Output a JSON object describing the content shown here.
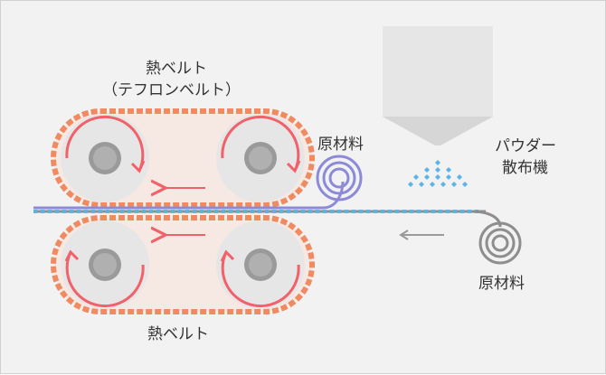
{
  "labels": {
    "top_belt": "熱ベルト",
    "top_belt_sub": "（テフロンベルト）",
    "bottom_belt": "熱ベルト",
    "raw_material_upper": "原材料",
    "raw_material_lower": "原材料",
    "powder_line1": "パウダー",
    "powder_line2": "散布機"
  },
  "colors": {
    "background": "#f2f2f2",
    "heat_belt": "#f08a60",
    "rotation_arrow": "#f2606a",
    "roller": "#e6e6e6",
    "roller_hub": "#9a9a9a",
    "upper_material": "#8c8ad8",
    "lower_material": "#8e8e8e",
    "powder": "#5ab4e6",
    "spreader": "#e0e0e0"
  },
  "icons": {
    "rotation": "clockwise-arrow-icon",
    "direction": "left-arrow-icon"
  }
}
